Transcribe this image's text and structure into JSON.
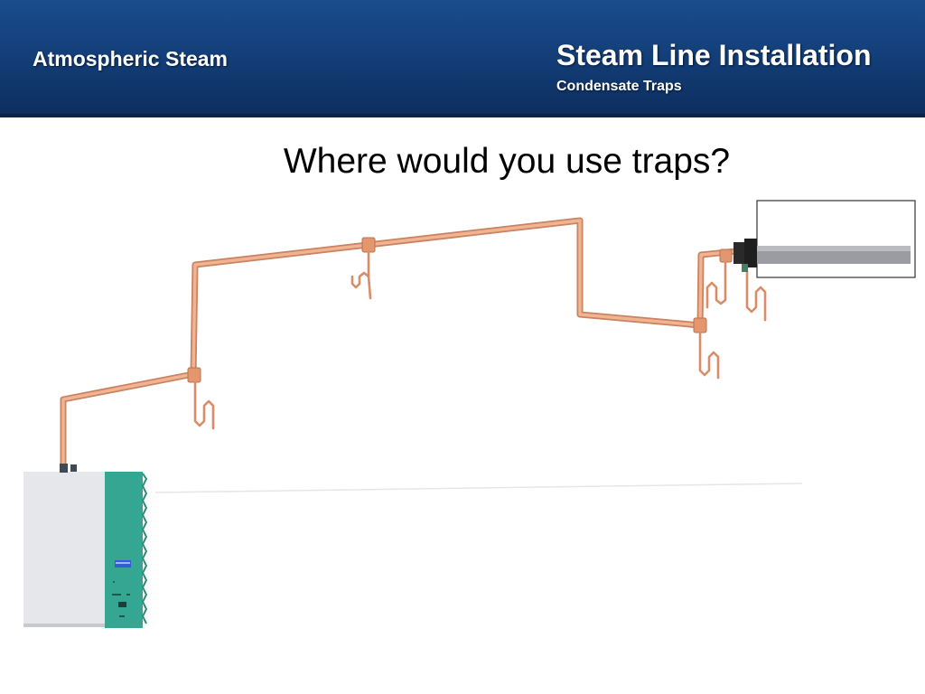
{
  "header": {
    "brand": "Atmospheric Steam",
    "title": "Steam Line Installation",
    "subtitle": "Condensate Traps"
  },
  "slide": {
    "question": "Where would you use traps?"
  },
  "colors": {
    "banner_top": "#1b4c8e",
    "banner_bottom": "#0d2d5c",
    "pipe_copper": "#e8a27e",
    "humidifier_panel": "#35a691",
    "humidifier_cabinet": "#e6e7eb",
    "distributor_tube": "#9a9ca2"
  },
  "icons": {
    "humidifier": "humidifier-unit-icon",
    "trap": "condensate-trap-icon",
    "distributor": "steam-distributor-icon"
  }
}
